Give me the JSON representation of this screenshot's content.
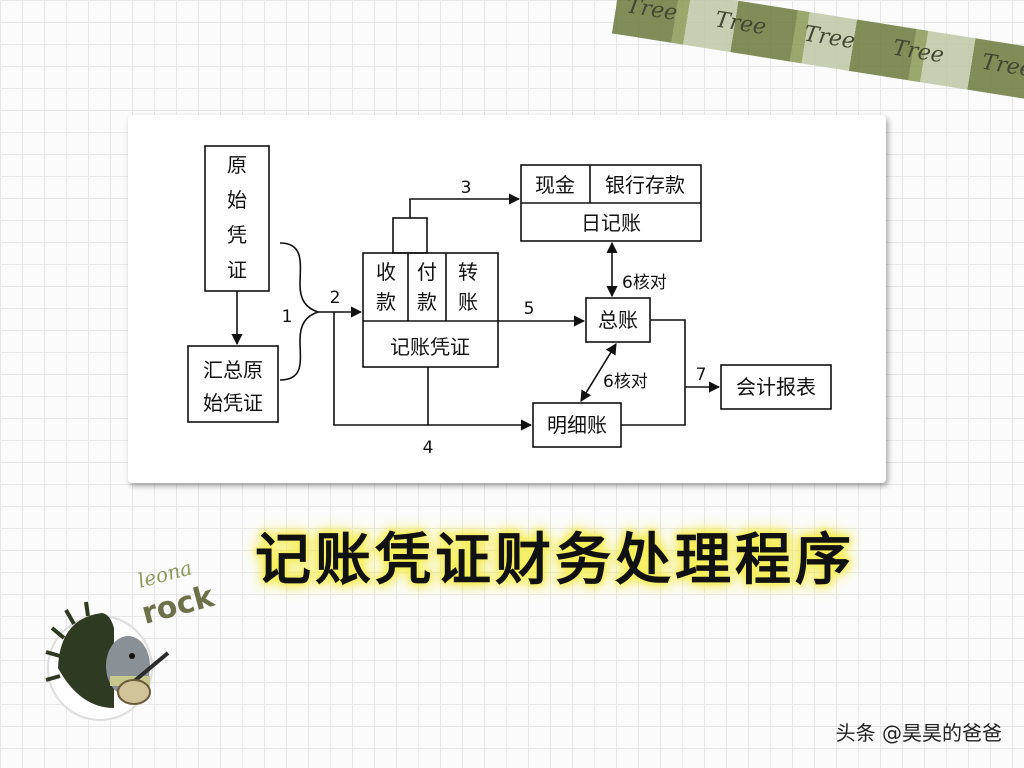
{
  "tape": {
    "words": [
      "Tree",
      "Tree",
      "Tree",
      "Tree",
      "Tree"
    ]
  },
  "diagram": {
    "source_doc": "原始凭证",
    "summary_doc": "汇总原始凭证",
    "voucher": {
      "col1": [
        "收",
        "款"
      ],
      "col2": [
        "付",
        "款"
      ],
      "col3": [
        "转",
        "账"
      ],
      "label": "记账凭证"
    },
    "journal": {
      "cash": "现金",
      "bank": "银行存款",
      "label": "日记账"
    },
    "general_ledger": "总账",
    "detail_ledger": "明细账",
    "report": "会计报表",
    "step_labels": {
      "s1": "1",
      "s2": "2",
      "s3": "3",
      "s4": "4",
      "s5": "5",
      "s6a": "6核对",
      "s6b": "6核对",
      "s7": "7"
    }
  },
  "title": "记账凭证财务处理程序",
  "logo_text": "leona rock",
  "watermark": "头条 @昊昊的爸爸"
}
